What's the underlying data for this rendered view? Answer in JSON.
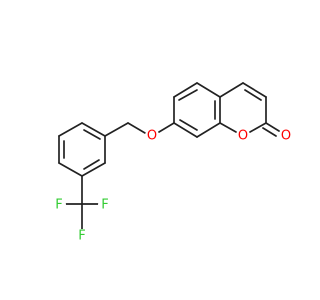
{
  "atoms": {
    "ether_oxygen": {
      "symbol": "O",
      "color": "#ff0000"
    },
    "ring_oxygen": {
      "symbol": "O",
      "color": "#ff0000"
    },
    "carbonyl_oxygen": {
      "symbol": "O",
      "color": "#ff0000"
    },
    "fluorine_1": {
      "symbol": "F",
      "color": "#33cc33"
    },
    "fluorine_2": {
      "symbol": "F",
      "color": "#33cc33"
    },
    "fluorine_3": {
      "symbol": "F",
      "color": "#33cc33"
    }
  },
  "bond_color": "#222222"
}
